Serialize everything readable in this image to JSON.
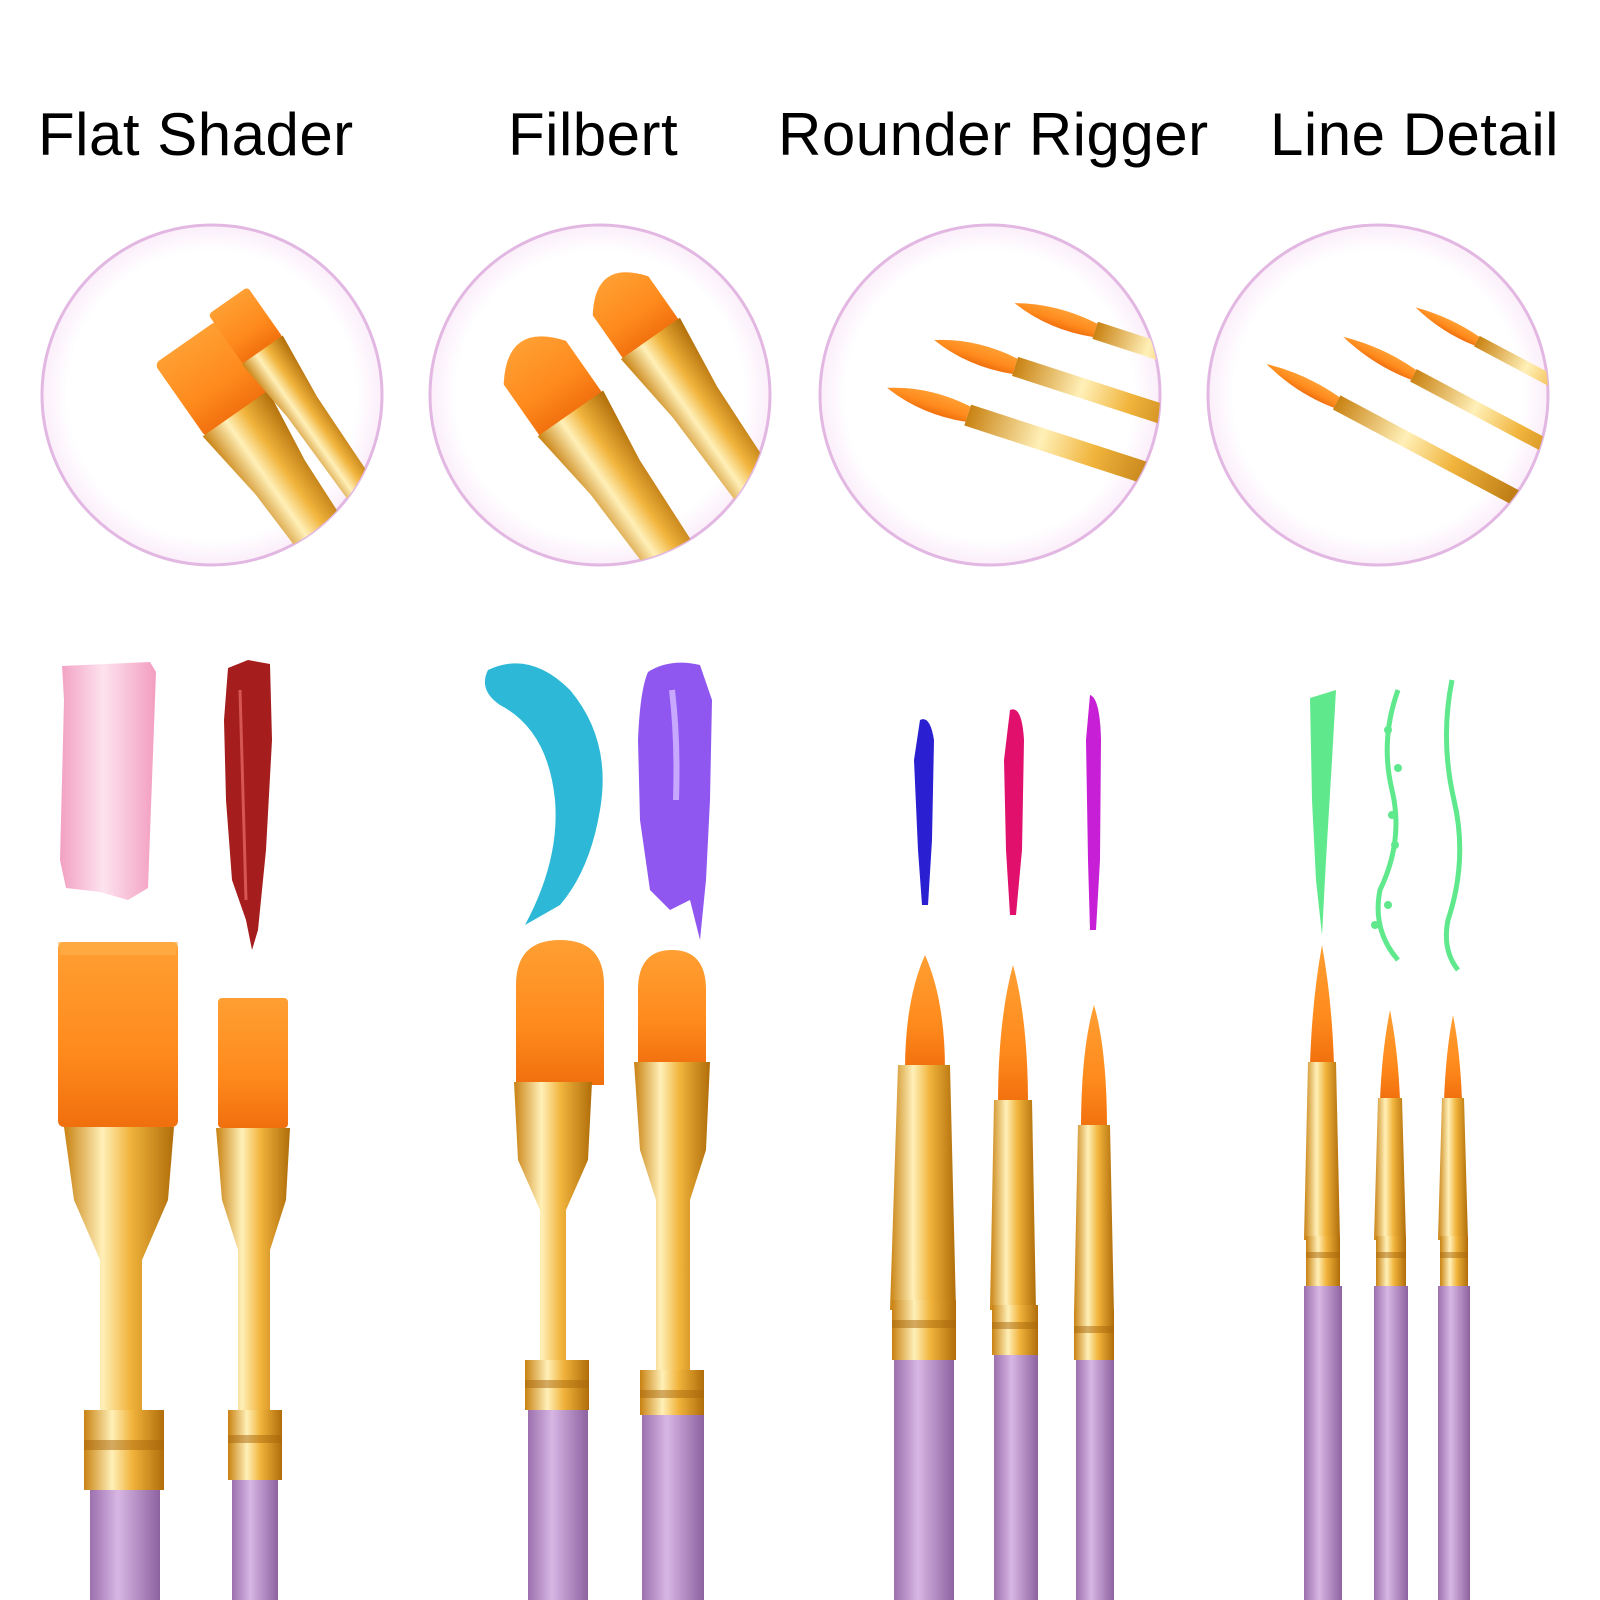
{
  "brush_types": [
    {
      "label": "Flat Shader"
    },
    {
      "label": "Filbert"
    },
    {
      "label": "Rounder Rigger"
    },
    {
      "label": "Line Detail"
    }
  ],
  "colors": {
    "bristle": "#ff8a1c",
    "ferrule": "#e6a52a",
    "handle": "#b58ac6",
    "circle_border": "#e2b8e3",
    "stroke_pink": "#f4b6cf",
    "stroke_red": "#a51d1d",
    "stroke_cyan": "#2cb8d6",
    "stroke_violet": "#9057f0",
    "stroke_blue": "#2a1fd1",
    "stroke_magenta": "#e0106c",
    "stroke_purple": "#c71fd6",
    "stroke_green": "#5fe88c"
  }
}
